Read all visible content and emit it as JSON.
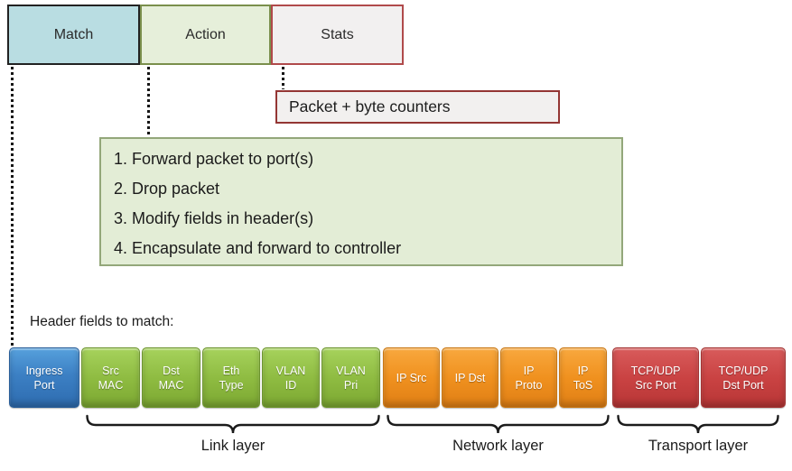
{
  "flow_table": {
    "match_label": "Match",
    "action_label": "Action",
    "stats_label": "Stats"
  },
  "stats_note": "Packet + byte counters",
  "actions": [
    "Forward packet to port(s)",
    "Drop packet",
    "Modify fields in header(s)",
    "Encapsulate and forward to controller"
  ],
  "header_fields_label": "Header fields to match:",
  "header_fields": [
    {
      "name": "ingress-port",
      "lines": [
        "Ingress",
        "Port"
      ],
      "color": "blue"
    },
    {
      "name": "src-mac",
      "lines": [
        "Src",
        "MAC"
      ],
      "color": "green"
    },
    {
      "name": "dst-mac",
      "lines": [
        "Dst",
        "MAC"
      ],
      "color": "green"
    },
    {
      "name": "eth-type",
      "lines": [
        "Eth",
        "Type"
      ],
      "color": "green"
    },
    {
      "name": "vlan-id",
      "lines": [
        "VLAN",
        "ID"
      ],
      "color": "green"
    },
    {
      "name": "vlan-pri",
      "lines": [
        "VLAN",
        "Pri"
      ],
      "color": "green"
    },
    {
      "name": "ip-src",
      "lines": [
        "IP Src"
      ],
      "color": "orange"
    },
    {
      "name": "ip-dst",
      "lines": [
        "IP Dst"
      ],
      "color": "orange"
    },
    {
      "name": "ip-proto",
      "lines": [
        "IP",
        "Proto"
      ],
      "color": "orange"
    },
    {
      "name": "ip-tos",
      "lines": [
        "IP",
        "ToS"
      ],
      "color": "orange"
    },
    {
      "name": "tcpudp-src-port",
      "lines": [
        "TCP/UDP",
        "Src Port"
      ],
      "color": "red"
    },
    {
      "name": "tcpudp-dst-port",
      "lines": [
        "TCP/UDP",
        "Dst Port"
      ],
      "color": "red"
    }
  ],
  "layer_groups": [
    {
      "label": "Link layer"
    },
    {
      "label": "Network layer"
    },
    {
      "label": "Transport layer"
    }
  ],
  "colors": {
    "match_fill": "#b9dde2",
    "match_border": "#222222",
    "action_fill": "#e6efda",
    "action_border": "#7a8f4c",
    "stats_fill": "#f2f0f0",
    "stats_border": "#b04a4b",
    "counters_fill": "#f2f0ef",
    "counters_border": "#943634",
    "actions_box_fill": "#e3edd6",
    "actions_box_border": "#93a77a",
    "field_blue": "#3c80c4",
    "field_green": "#8fbc42",
    "field_orange": "#f0911f",
    "field_red": "#ca4343"
  }
}
